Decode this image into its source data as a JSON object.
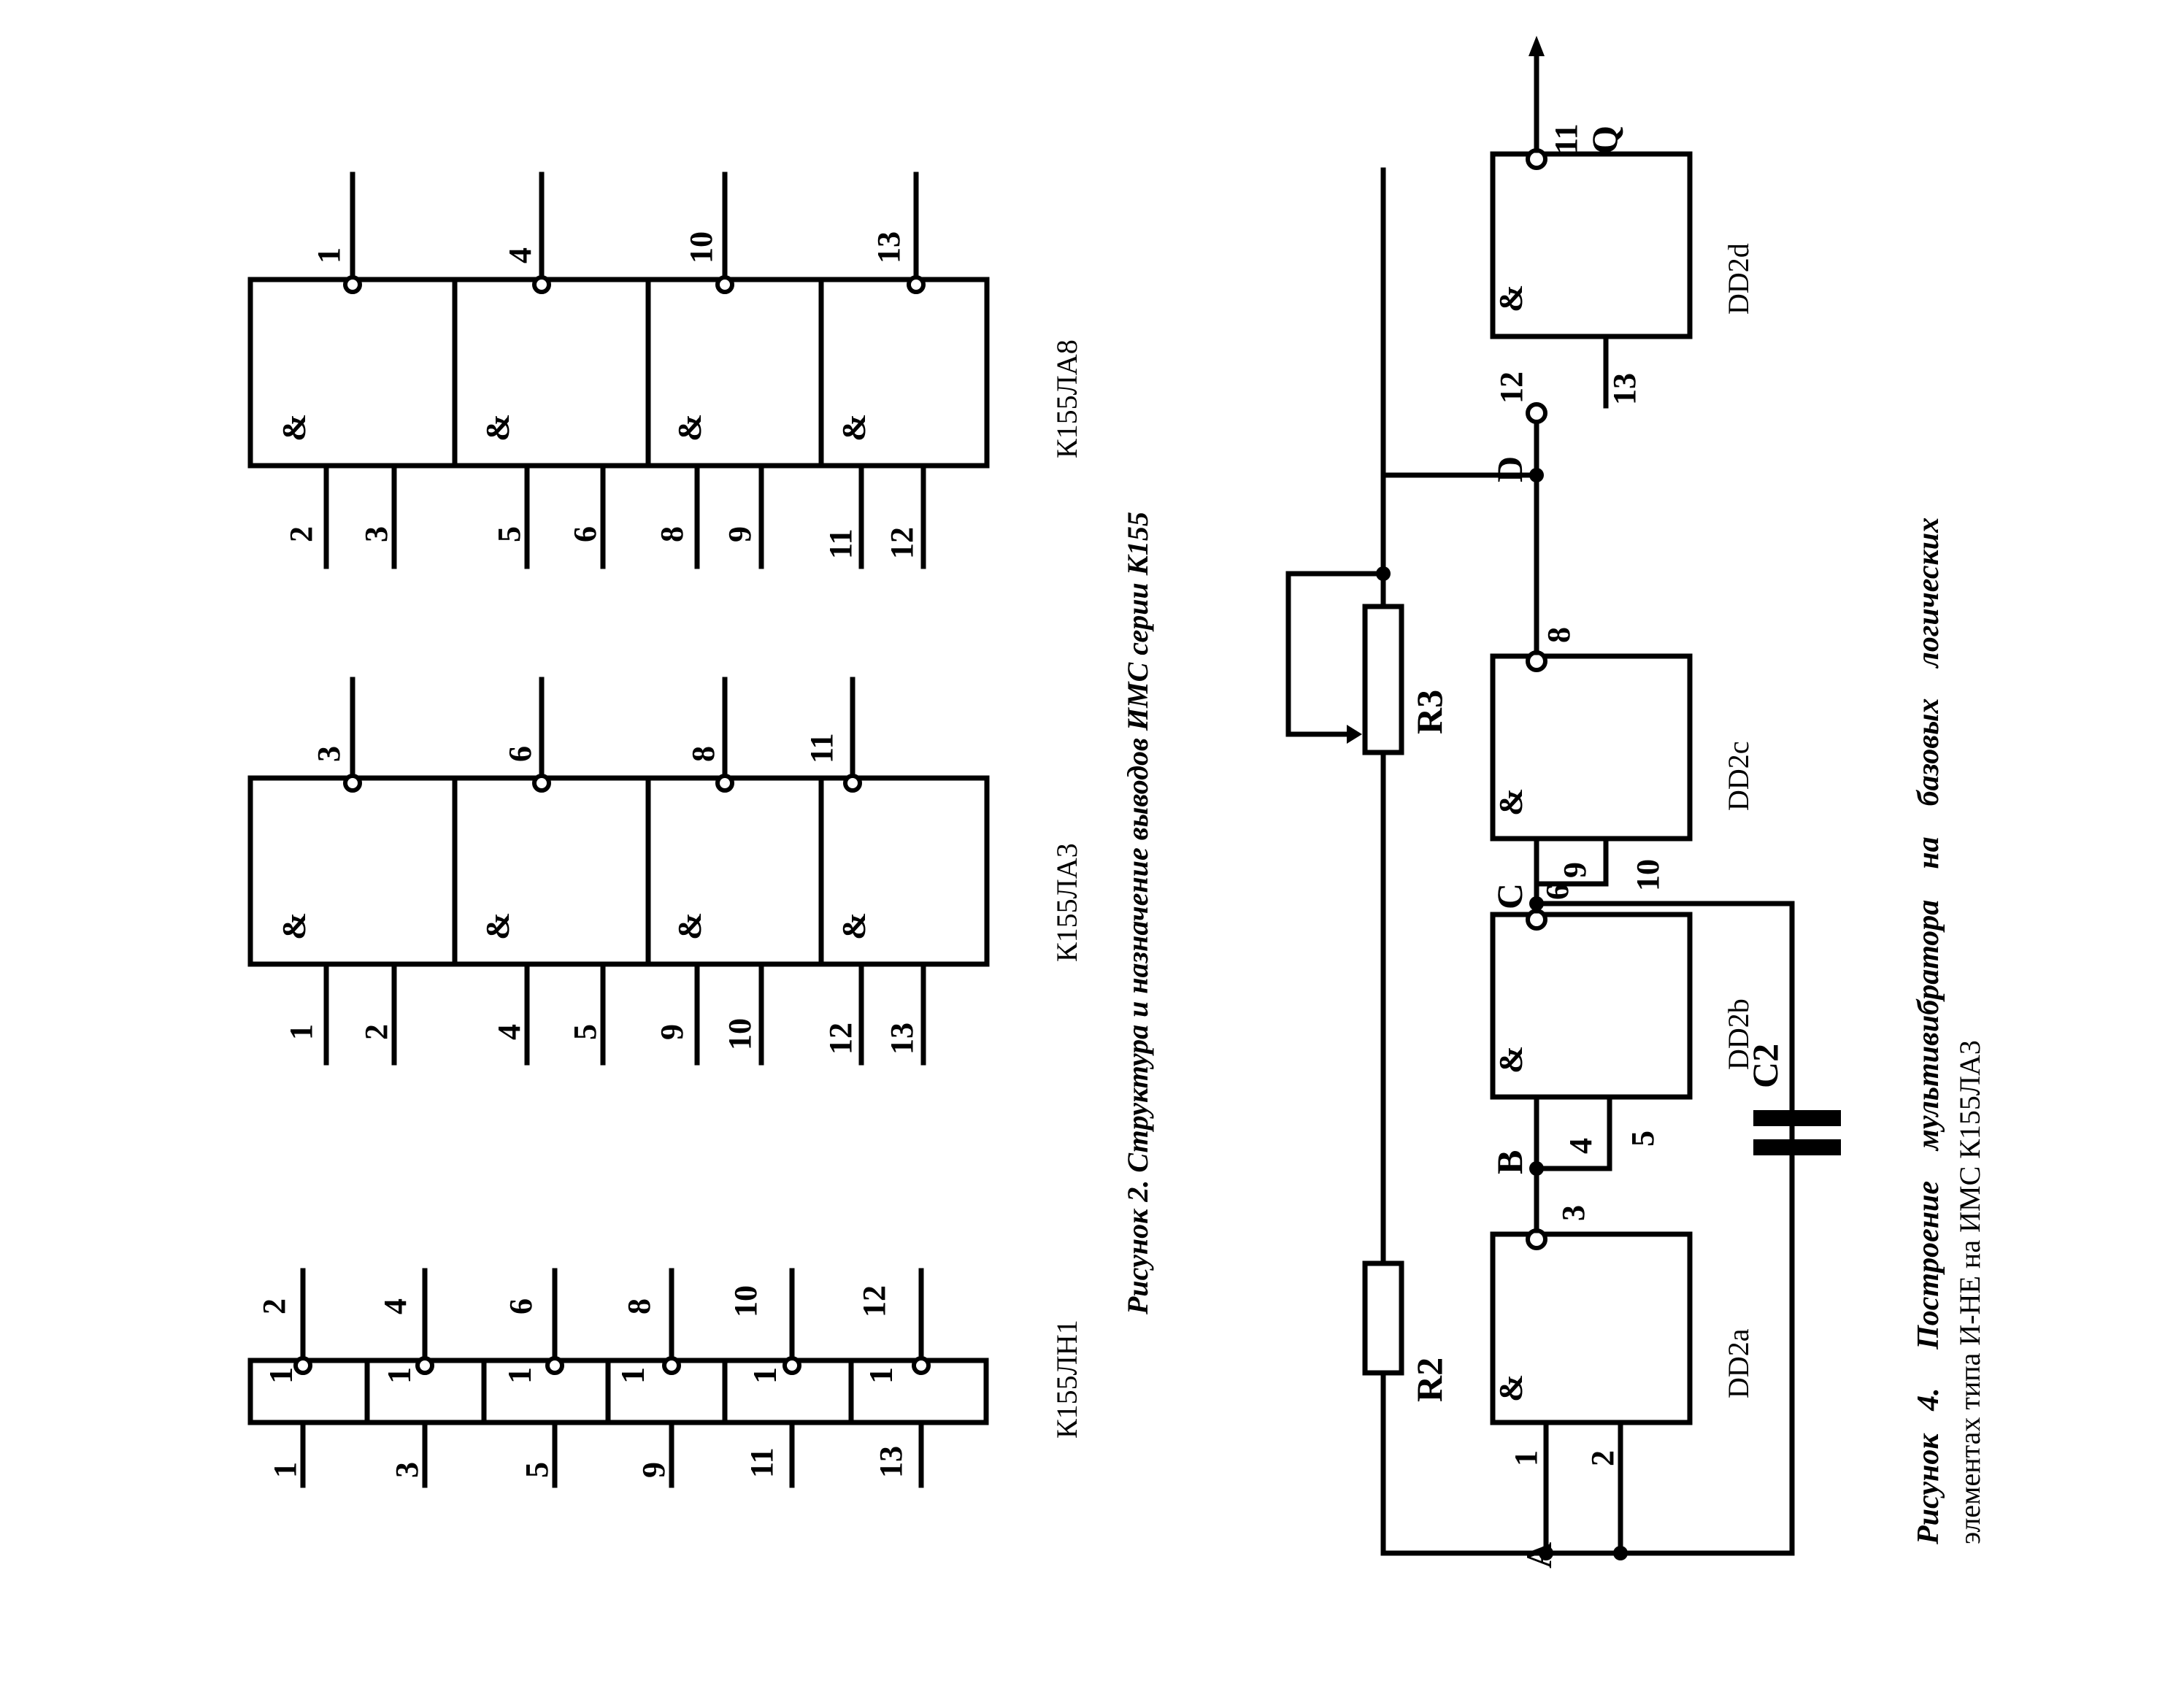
{
  "figure2": {
    "caption": "Рисунок 2. Структура и назначение выводов ИМС серии К155",
    "k155ln1": {
      "name": "К155ЛН1",
      "gates": [
        {
          "symbol": "1",
          "input": "1",
          "output": "2"
        },
        {
          "symbol": "1",
          "input": "3",
          "output": "4"
        },
        {
          "symbol": "1",
          "input": "5",
          "output": "6"
        },
        {
          "symbol": "1",
          "input": "9",
          "output": "8"
        },
        {
          "symbol": "1",
          "input": "11",
          "output": "10"
        },
        {
          "symbol": "1",
          "input": "13",
          "output": "12"
        }
      ]
    },
    "k155la3": {
      "name": "К155ЛА3",
      "gates": [
        {
          "symbol": "&",
          "in_a": "1",
          "in_b": "2",
          "output": "3"
        },
        {
          "symbol": "&",
          "in_a": "4",
          "in_b": "5",
          "output": "6"
        },
        {
          "symbol": "&",
          "in_a": "9",
          "in_b": "10",
          "output": "8"
        },
        {
          "symbol": "&",
          "in_a": "12",
          "in_b": "13",
          "output": "11"
        }
      ]
    },
    "k155la8": {
      "name": "К155ЛА8",
      "gates": [
        {
          "symbol": "&",
          "in_a": "2",
          "in_b": "3",
          "output": "1"
        },
        {
          "symbol": "&",
          "in_a": "5",
          "in_b": "6",
          "output": "4"
        },
        {
          "symbol": "&",
          "in_a": "8",
          "in_b": "9",
          "output": "10"
        },
        {
          "symbol": "&",
          "in_a": "11",
          "in_b": "12",
          "output": "13"
        }
      ]
    }
  },
  "figure4": {
    "caption_line1": "Рисунок   4.     Построение    мультивибратора    на    базовых    логических",
    "caption_line2": "элементах типа И-НЕ на ИМС К155ЛА3",
    "gates": [
      {
        "name": "DD2a",
        "symbol": "&",
        "in_a": "1",
        "in_b": "2",
        "output": "3"
      },
      {
        "name": "DD2b",
        "symbol": "&",
        "in_a": "4",
        "in_b": "5",
        "output": "6"
      },
      {
        "name": "DD2c",
        "symbol": "&",
        "in_a": "9",
        "in_b": "10",
        "output": "8"
      },
      {
        "name": "DD2d",
        "symbol": "&",
        "in_a": "12",
        "in_b": "13",
        "output": "11"
      }
    ],
    "resistor_r2": "R2",
    "resistor_r3": "R3",
    "capacitor_c2": "C2",
    "nodes": {
      "a": "A",
      "b": "B",
      "c": "C",
      "d": "D",
      "q": "Q"
    }
  }
}
